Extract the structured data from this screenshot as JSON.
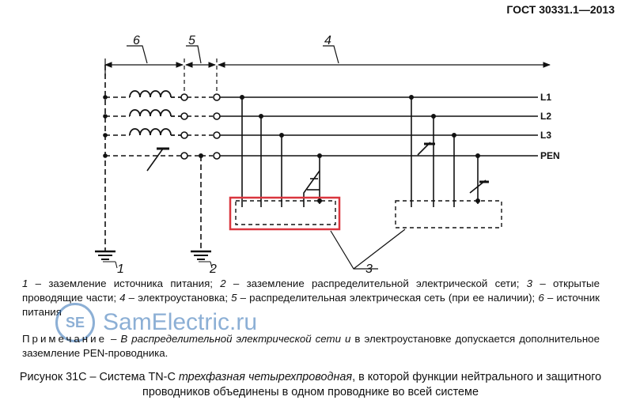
{
  "header": {
    "standard": "ГОСТ 30331.1—2013"
  },
  "labels": {
    "line_l1": "L1",
    "line_l2": "L2",
    "line_l3": "L3",
    "line_pen": "PEN",
    "num_1": "1",
    "num_2": "2",
    "num_3": "3",
    "num_4": "4",
    "num_5": "5",
    "num_6": "6"
  },
  "legend": {
    "k1": "1",
    "t1": " – заземление источника питания; ",
    "k2": "2",
    "t2": " – заземление распределительной электрической сети; ",
    "k3": "3",
    "t3": " – открытые проводящие части; ",
    "k4": "4",
    "t4": " – электроустановка; ",
    "k5": "5",
    "t5": " – распределительная электрическая сеть (при ее наличии); ",
    "k6": "6",
    "t6": " – источник питания"
  },
  "note": {
    "label": "Примечание",
    "dash": " – ",
    "italic": "В распределительной электрической сети и",
    "rest": " в электроустановке допускается дополнительное заземление PEN-проводника."
  },
  "caption": {
    "part1": "Рисунок 31С – Система TN-C ",
    "italic": "трехфазная четырехпроводная",
    "part2": ", в которой функции нейтрального и защитного проводников объединены в одном проводнике во всей системе"
  },
  "watermark": {
    "logo": "SE",
    "text": "SamElectric.ru"
  },
  "colors": {
    "highlight": "#d9363e",
    "watermark": "#2f6fb3"
  }
}
